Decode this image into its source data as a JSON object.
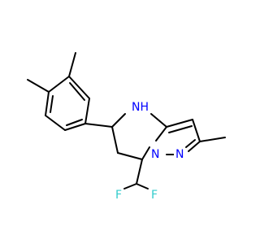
{
  "molecule": {
    "atom_color_default": "#000000",
    "labels": {
      "nh": {
        "n": "N",
        "h": "H",
        "color": "#0000FF"
      },
      "n_ring_1": {
        "text": "N",
        "color": "#0000FF"
      },
      "n_ring_2": {
        "text": "N",
        "color": "#0000FF"
      },
      "f_left": {
        "text": "F",
        "color": "#33CCCC"
      },
      "f_right": {
        "text": "F",
        "color": "#33CCCC"
      }
    }
  }
}
